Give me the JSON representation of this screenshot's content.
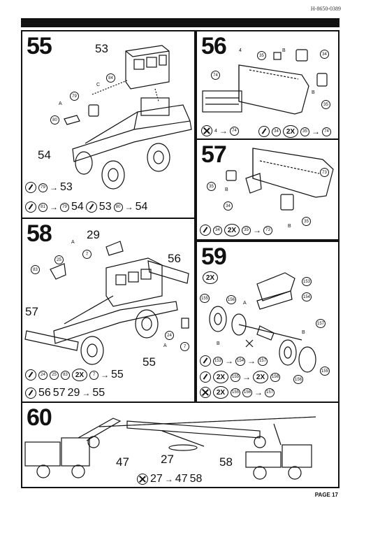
{
  "header": {
    "doc_code": "H-8650-0389"
  },
  "footer": {
    "page": "PAGE 17"
  },
  "steps": {
    "s55": {
      "number": "55",
      "labels": {
        "a": "53",
        "b": "54"
      },
      "small": [
        "84",
        "C",
        "79",
        "A",
        "80"
      ],
      "rows": [
        [
          "79",
          "53"
        ],
        [
          "81",
          "79",
          "54",
          "53",
          "80",
          "54"
        ]
      ]
    },
    "s56": {
      "number": "56",
      "small": [
        "4",
        "35",
        "B",
        "34",
        "74",
        "B",
        "35"
      ],
      "rows": [
        "4",
        "74",
        "34",
        "2X",
        "35",
        "74"
      ]
    },
    "s57": {
      "number": "57",
      "small": [
        "73",
        "35",
        "B",
        "34",
        "B",
        "35"
      ],
      "row": [
        "34",
        "2X",
        "35",
        "73"
      ]
    },
    "s58": {
      "number": "58",
      "labels": {
        "a": "29",
        "b": "56",
        "c": "57",
        "d": "55"
      },
      "small": [
        "A",
        "25",
        "7",
        "83",
        "24",
        "A",
        "7"
      ],
      "row1": [
        "24",
        "25",
        "83",
        "2X",
        "7",
        "55"
      ],
      "row2": [
        "56",
        "57",
        "29",
        "55"
      ]
    },
    "s59": {
      "number": "59",
      "mult": "2X",
      "small": [
        "153",
        "154",
        "A",
        "155",
        "156",
        "157",
        "B",
        "B",
        "156",
        "155"
      ],
      "rows": {
        "r1": [
          "153",
          "154",
          "157"
        ],
        "r2": [
          "2X",
          "155",
          "2X",
          "156"
        ],
        "r3": [
          "2X",
          "155",
          "156",
          "157"
        ]
      }
    },
    "s60": {
      "number": "60",
      "labels": {
        "a": "47",
        "b": "27",
        "c": "58"
      },
      "row": [
        "27",
        "47",
        "58"
      ]
    }
  }
}
